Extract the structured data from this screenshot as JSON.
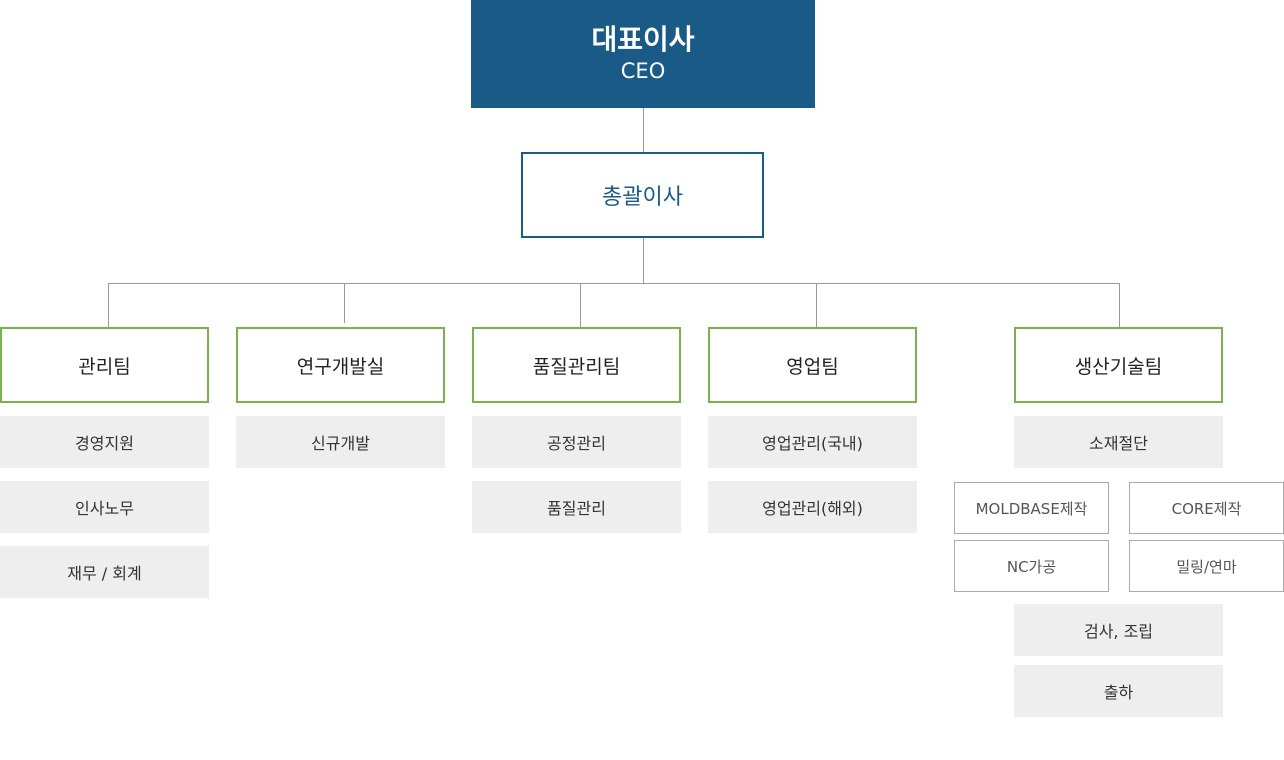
{
  "ceo": {
    "title": "대표이사",
    "subtitle": "CEO"
  },
  "vp": {
    "title": "총괄이사"
  },
  "teams": [
    {
      "name": "관리팀",
      "subs": [
        "경영지원",
        "인사노무",
        "재무 / 회계"
      ]
    },
    {
      "name": "연구개발실",
      "subs": [
        "신규개발"
      ]
    },
    {
      "name": "품질관리팀",
      "subs": [
        "공정관리",
        "품질관리"
      ]
    },
    {
      "name": "영업팀",
      "subs": [
        "영업관리(국내)",
        "영업관리(해외)"
      ]
    },
    {
      "name": "생산기술팀",
      "subs": [
        "소재절단"
      ],
      "grid": [
        "MOLDBASE제작",
        "CORE제작",
        "NC가공",
        "밀링/연마"
      ],
      "subs_after": [
        "검사, 조립",
        "출하"
      ]
    }
  ],
  "colors": {
    "ceo_bg": "#1a5a87",
    "team_border": "#7ab24e",
    "sub_bg": "#eeeeee"
  }
}
